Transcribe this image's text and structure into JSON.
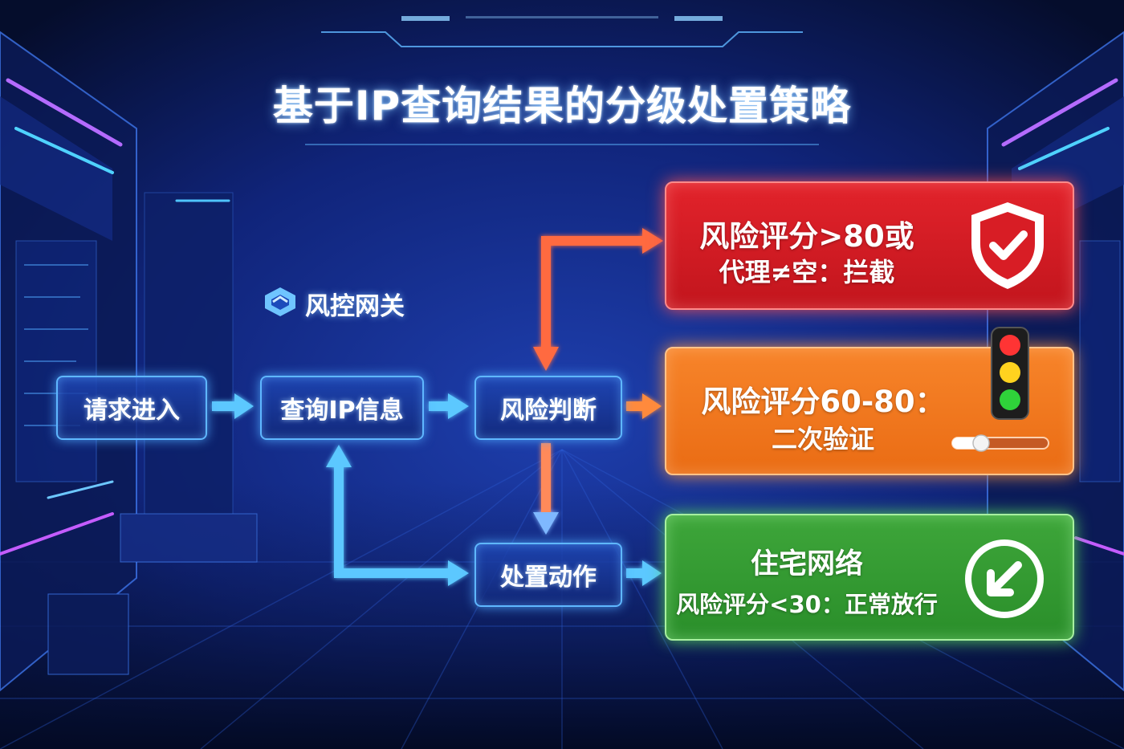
{
  "title": "基于IP查询结果的分级处置策略",
  "brand": {
    "label": "风控网关",
    "icon": "shield-logo-icon"
  },
  "flow": {
    "request": "请求进入",
    "query": "查询IP信息",
    "risk": "风险判断",
    "action": "处置动作"
  },
  "outcomes": {
    "block": {
      "line1": "风险评分>80或",
      "line2": "代理≠空：拦截",
      "icon": "shield-check-icon",
      "color": "#e2232b"
    },
    "verify": {
      "line1": "风险评分60-80：",
      "line2": "二次验证",
      "icon": "traffic-light-icon",
      "color": "#f7842a"
    },
    "pass": {
      "line1": "住宅网络",
      "line2": "风险评分<30：正常放行",
      "icon": "arrow-down-left-circle-icon",
      "color": "#3ea63a"
    }
  },
  "colors": {
    "arrow_blue": "#5cc8ff",
    "arrow_orange": "#ff7a45",
    "node_border": "#5fb7ff"
  }
}
